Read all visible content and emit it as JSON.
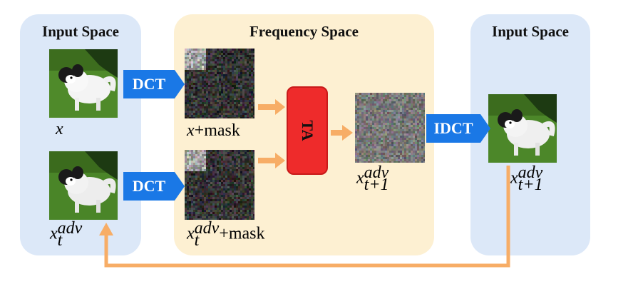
{
  "panels": {
    "left_title": "Input Space",
    "middle_title": "Frequency Space",
    "right_title": "Input Space"
  },
  "labels": {
    "x": "x",
    "x_mask": "x",
    "mask_suffix": "+mask",
    "xt_base": "x",
    "xt_sup": "adv",
    "xt_sub": "t",
    "out_base": "x",
    "out_sup": "adv",
    "out_sub": "t+1",
    "res_base": "x",
    "res_sup": "adv",
    "res_sub": "t+1"
  },
  "ops": {
    "dct_top": "DCT",
    "dct_bottom": "DCT",
    "idct": "IDCT",
    "ta": "TA"
  },
  "colors": {
    "input_panel": "#dce8f8",
    "frequency_panel": "#fdf0d2",
    "transform_arrow": "#1a78e6",
    "flow_arrow": "#f7ad66",
    "ta_block": "#ee2b2b"
  }
}
